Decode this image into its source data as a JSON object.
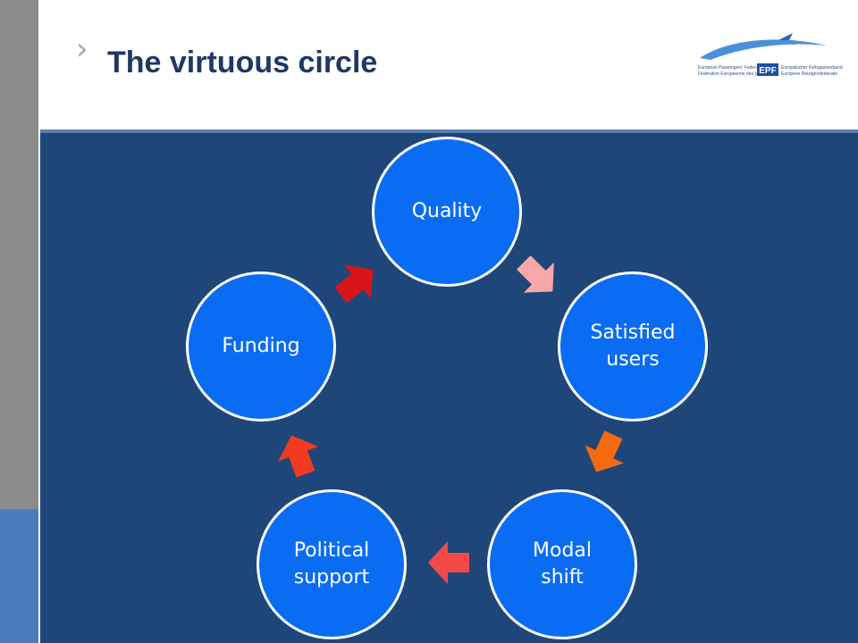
{
  "title": "The virtuous circle",
  "logo": {
    "lines_left": [
      "European Passengers' Federation",
      "Fédération Européenne des Voyageurs"
    ],
    "lines_right": [
      "Europäischer Fahrgastverband",
      "Europese Reizigersfederatie"
    ],
    "mark": "EPF"
  },
  "cycle": {
    "nodes": [
      {
        "id": "quality",
        "label": "Quality"
      },
      {
        "id": "satisfied-users",
        "label": "Satisfied\nusers"
      },
      {
        "id": "modal-shift",
        "label": "Modal\nshift"
      },
      {
        "id": "political-support",
        "label": "Political\nsupport"
      },
      {
        "id": "funding",
        "label": "Funding"
      }
    ],
    "arrow_colors": [
      "#f7a9a9",
      "#f36a10",
      "#f24a4a",
      "#f13a1f",
      "#d81418"
    ]
  },
  "colors": {
    "node_fill": "#0a6cf2",
    "background": "#1f4679",
    "title": "#1f3864"
  }
}
